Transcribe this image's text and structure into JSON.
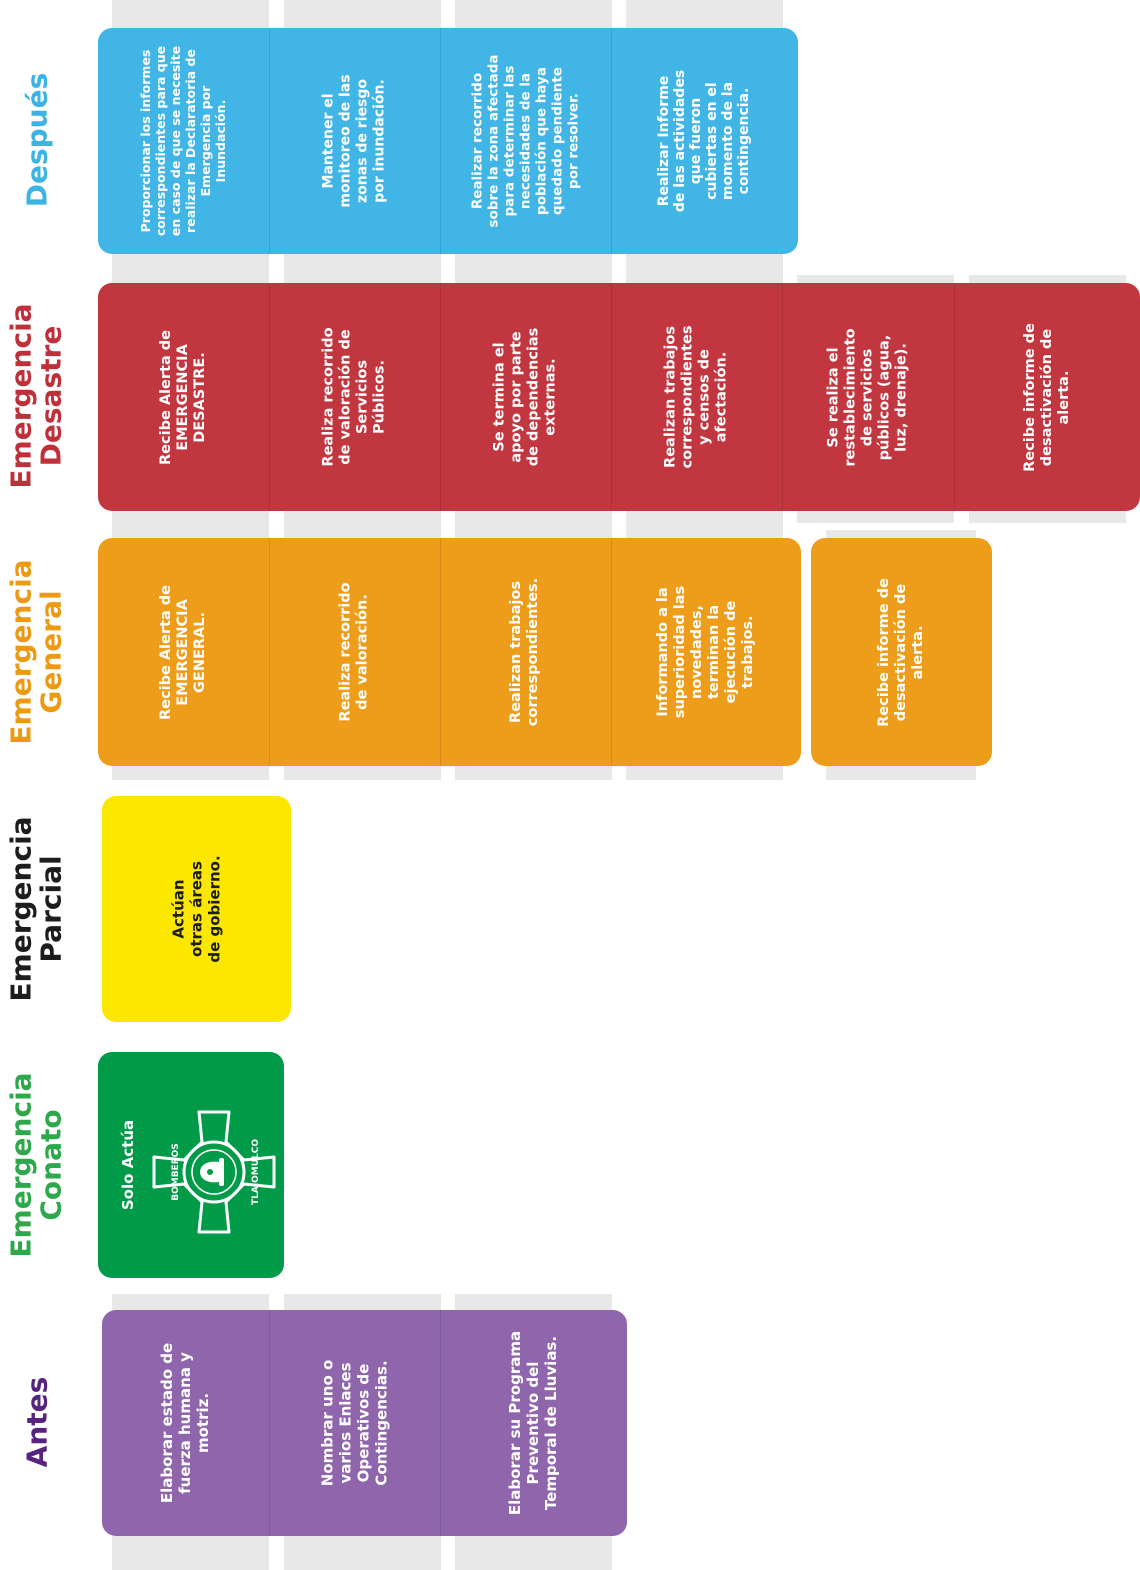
{
  "colors": {
    "despues": "#3bb3e5",
    "desastre": "#c0303a",
    "general": "#ec9a13",
    "parcial": "#fbe700",
    "conato": "#019a48",
    "antes": "#8b61a8",
    "parcial_heading": "#1d1d1d",
    "antes_heading": "#56237f",
    "stripe": "#e8e8e8"
  },
  "phases": {
    "despues": {
      "heading": "Después",
      "steps": [
        "Proporcionar los informes\ncorrespondientes para que\nen caso de que se necesite\nrealizar la Declaratoria de\nEmergencia por\nInundación.",
        "Mantener el\nmonitoreo de las\nzonas de riesgo\npor inundación.",
        "Realizar recorrido\nsobre la zona afectada\npara determinar las\nnecesidades de la\npoblación que haya\nquedado pendiente\npor resolver.",
        "Realizar Informe\nde las actividades\nque fueron\ncubiertas en el\nmomento de la\ncontingencia."
      ]
    },
    "desastre": {
      "heading": "Emergencia\nDesastre",
      "steps": [
        "Recibe Alerta de\nEMERGENCIA\nDESASTRE.",
        "Realiza recorrido\nde valoración de\nServicios\nPúblicos.",
        "Se termina el\napoyo por parte\nde dependencias\nexternas.",
        "Realizan trabajos\ncorrespondientes\ny censos de\nafectación.",
        "Se realiza el\nrestablecimiento\nde servicios\npúblicos (agua,\nluz, drenaje).",
        "Recibe informe de\ndesactivación de\nalerta."
      ]
    },
    "general": {
      "heading": "Emergencia\nGeneral",
      "steps": [
        "Recibe Alerta de\nEMERGENCIA\nGENERAL.",
        "Realiza recorrido\nde valoración.",
        "Realizan trabajos\ncorrespondientes.",
        "Informando a la\nsuperioridad las\nnovedades,\nterminan la\nejecución de\ntrabajos.",
        "Recibe informe de\ndesactivación de\nalerta."
      ]
    },
    "parcial": {
      "heading": "Emergencia\nParcial",
      "steps": [
        "Actúan\notras áreas\nde gobierno."
      ]
    },
    "conato": {
      "heading": "Emergencia\nConato",
      "steps": [
        "Solo Actúa"
      ],
      "logo": {
        "icon": "firefighter-emblem-icon",
        "top_text": "BOMBEROS",
        "bottom_text": "TLAJOMULCO"
      }
    },
    "antes": {
      "heading": "Antes",
      "steps": [
        "Elaborar estado de\nfuerza humana y\nmotriz.",
        "Nombrar uno o\nvarios Enlaces\nOperativos de\nContingencias.",
        "Elaborar su Programa\nPreventivo del\nTemporal de Lluvias."
      ]
    }
  }
}
